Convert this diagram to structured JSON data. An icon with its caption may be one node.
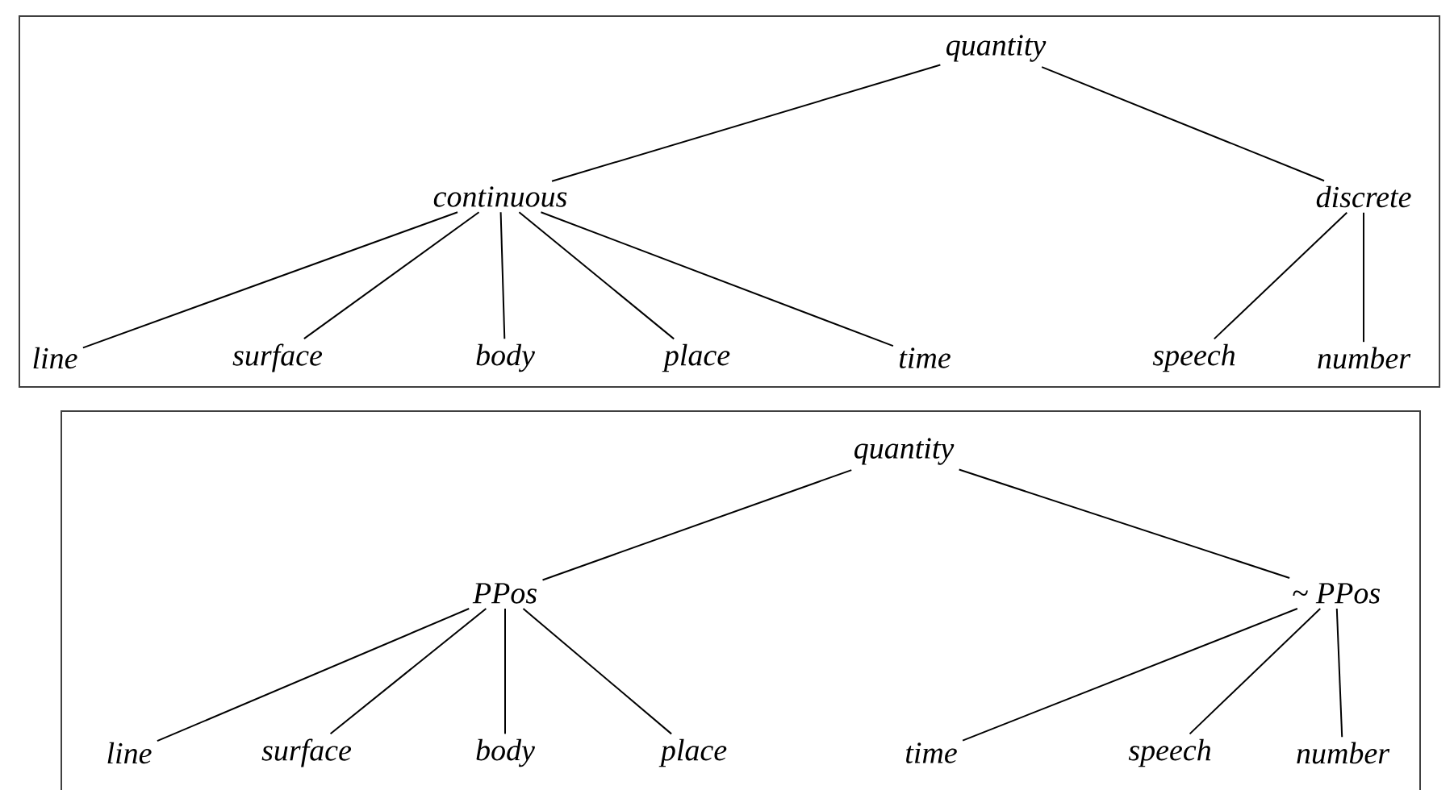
{
  "diagram": {
    "nodes": [
      {
        "text": [
          "quantity"
        ]
      },
      {
        "text": [
          "continuous"
        ]
      },
      {
        "text": [
          "discrete"
        ]
      },
      {
        "text": [
          "line"
        ]
      },
      {
        "text": [
          "surface"
        ]
      },
      {
        "text": [
          "body"
        ]
      },
      {
        "text": [
          "place"
        ]
      },
      {
        "text": [
          "time"
        ]
      },
      {
        "text": [
          "speech"
        ]
      },
      {
        "text": [
          "number"
        ]
      },
      {
        "text": [
          "quantity"
        ]
      },
      {
        "text": [
          "PPos"
        ]
      },
      {
        "text": [
          "~ PPos"
        ]
      },
      {
        "text": [
          "line"
        ]
      },
      {
        "text": [
          "surface"
        ]
      },
      {
        "text": [
          "body"
        ]
      },
      {
        "text": [
          "place"
        ]
      },
      {
        "text": [
          "time"
        ]
      },
      {
        "text": [
          "speech"
        ]
      },
      {
        "text": [
          "number"
        ]
      }
    ],
    "edges": [
      {
        "from": 0,
        "to": 1,
        "arrow": "none"
      },
      {
        "from": 0,
        "to": 2,
        "arrow": "none"
      },
      {
        "from": 1,
        "to": 3,
        "arrow": "none"
      },
      {
        "from": 1,
        "to": 4,
        "arrow": "none"
      },
      {
        "from": 1,
        "to": 5,
        "arrow": "none"
      },
      {
        "from": 1,
        "to": 6,
        "arrow": "none"
      },
      {
        "from": 1,
        "to": 7,
        "arrow": "none"
      },
      {
        "from": 2,
        "to": 8,
        "arrow": "none"
      },
      {
        "from": 2,
        "to": 9,
        "arrow": "none"
      },
      {
        "from": 10,
        "to": 11,
        "arrow": "none"
      },
      {
        "from": 10,
        "to": 12,
        "arrow": "none"
      },
      {
        "from": 11,
        "to": 13,
        "arrow": "none"
      },
      {
        "from": 11,
        "to": 14,
        "arrow": "none"
      },
      {
        "from": 11,
        "to": 15,
        "arrow": "none"
      },
      {
        "from": 11,
        "to": 16,
        "arrow": "none"
      },
      {
        "from": 12,
        "to": 17,
        "arrow": "none"
      },
      {
        "from": 12,
        "to": 18,
        "arrow": "none"
      },
      {
        "from": 12,
        "to": 19,
        "arrow": "none"
      }
    ]
  }
}
